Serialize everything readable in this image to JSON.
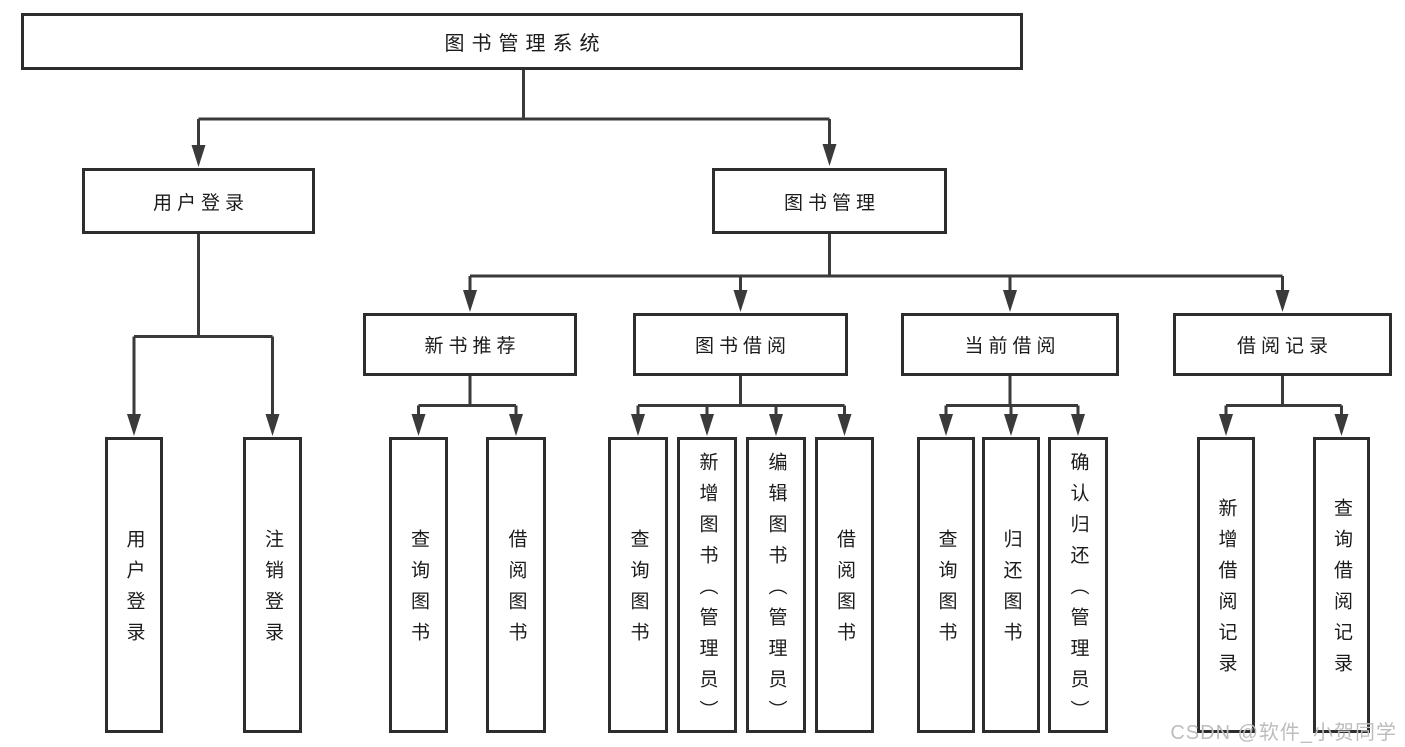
{
  "tree": {
    "root": {
      "label": "图书管理系统"
    },
    "level2": [
      {
        "label": "用户登录",
        "children": [
          {
            "label": "用户登录"
          },
          {
            "label": "注销登录"
          }
        ]
      },
      {
        "label": "图书管理",
        "children": [
          {
            "label": "新书推荐",
            "children": [
              {
                "label": "查询图书"
              },
              {
                "label": "借阅图书"
              }
            ]
          },
          {
            "label": "图书借阅",
            "children": [
              {
                "label": "查询图书"
              },
              {
                "label": "新增图书（管理员）"
              },
              {
                "label": "编辑图书（管理员）"
              },
              {
                "label": "借阅图书"
              }
            ]
          },
          {
            "label": "当前借阅",
            "children": [
              {
                "label": "查询图书"
              },
              {
                "label": "归还图书"
              },
              {
                "label": "确认归还（管理员）"
              }
            ]
          },
          {
            "label": "借阅记录",
            "children": [
              {
                "label": "新增借阅记录"
              },
              {
                "label": "查询借阅记录"
              }
            ]
          }
        ]
      }
    ]
  },
  "watermark": {
    "text": "CSDN @软件_小贺同学",
    "color": "#bdbdbd"
  },
  "colors": {
    "line": "#3a3a3a",
    "box_border": "#2d2d2d",
    "text": "#1b1b1b",
    "background": "#ffffff"
  }
}
